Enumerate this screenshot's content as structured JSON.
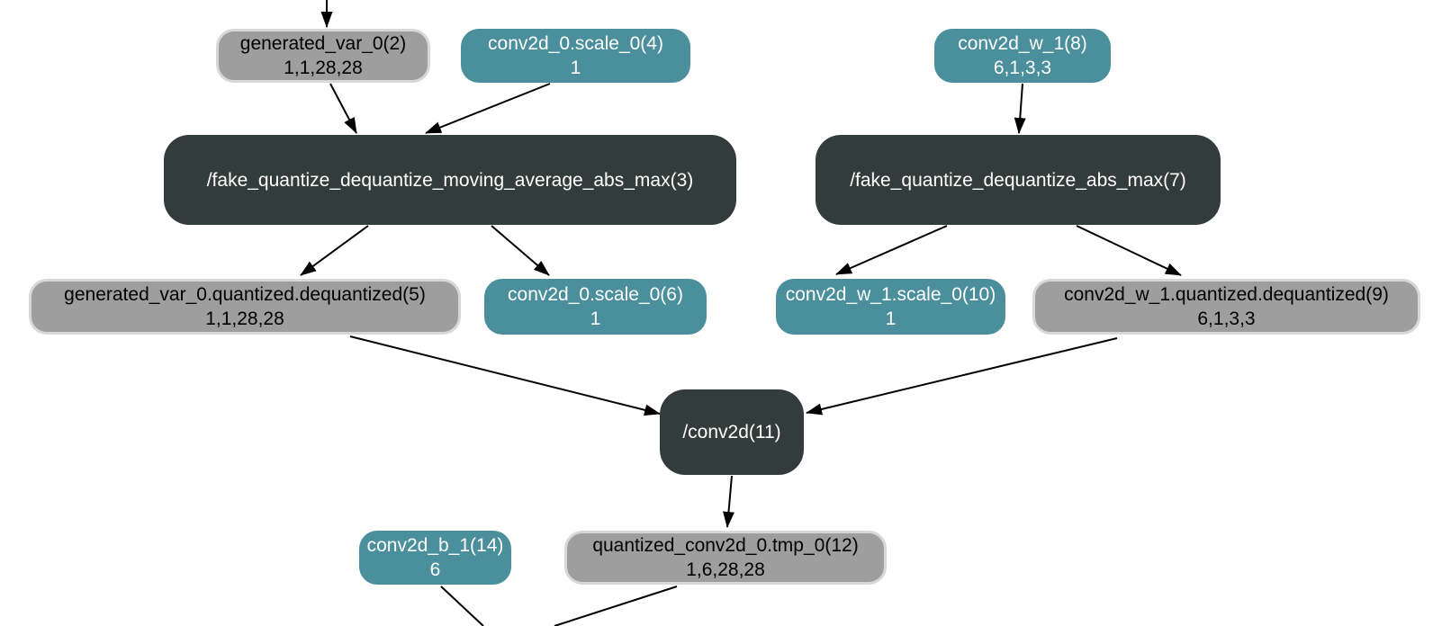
{
  "graph": {
    "colors": {
      "background": "#ffffff",
      "operator_fill": "#323c3a",
      "operator_text": "#ffffff",
      "variable_fill": "#9e9e9e",
      "variable_border": "#d8d8d8",
      "variable_text": "#000000",
      "parameter_fill": "#4a8f9b",
      "parameter_text": "#ffffff",
      "edge": "#000000"
    },
    "nodes": [
      {
        "id": "generated_var_0(2)",
        "label": "generated_var_0(2)",
        "shape": "1,1,28,28",
        "type": "variable"
      },
      {
        "id": "conv2d_0.scale_0(4)",
        "label": "conv2d_0.scale_0(4)",
        "shape": "1",
        "type": "parameter"
      },
      {
        "id": "conv2d_w_1(8)",
        "label": "conv2d_w_1(8)",
        "shape": "6,1,3,3",
        "type": "parameter"
      },
      {
        "id": "/fake_quantize_dequantize_moving_average_abs_max(3)",
        "label": "/fake_quantize_dequantize_moving_average_abs_max(3)",
        "shape": "",
        "type": "operator"
      },
      {
        "id": "/fake_quantize_dequantize_abs_max(7)",
        "label": "/fake_quantize_dequantize_abs_max(7)",
        "shape": "",
        "type": "operator"
      },
      {
        "id": "generated_var_0.quantized.dequantized(5)",
        "label": "generated_var_0.quantized.dequantized(5)",
        "shape": "1,1,28,28",
        "type": "variable"
      },
      {
        "id": "conv2d_0.scale_0(6)",
        "label": "conv2d_0.scale_0(6)",
        "shape": "1",
        "type": "parameter"
      },
      {
        "id": "conv2d_w_1.scale_0(10)",
        "label": "conv2d_w_1.scale_0(10)",
        "shape": "1",
        "type": "parameter"
      },
      {
        "id": "conv2d_w_1.quantized.dequantized(9)",
        "label": "conv2d_w_1.quantized.dequantized(9)",
        "shape": "6,1,3,3",
        "type": "variable"
      },
      {
        "id": "/conv2d(11)",
        "label": "/conv2d(11)",
        "shape": "",
        "type": "operator"
      },
      {
        "id": "conv2d_b_1(14)",
        "label": "conv2d_b_1(14)",
        "shape": "6",
        "type": "parameter"
      },
      {
        "id": "quantized_conv2d_0.tmp_0(12)",
        "label": "quantized_conv2d_0.tmp_0(12)",
        "shape": "1,6,28,28",
        "type": "variable"
      }
    ],
    "edges": [
      {
        "from": "offscreen-above",
        "to": "generated_var_0(2)"
      },
      {
        "from": "generated_var_0(2)",
        "to": "/fake_quantize_dequantize_moving_average_abs_max(3)"
      },
      {
        "from": "conv2d_0.scale_0(4)",
        "to": "/fake_quantize_dequantize_moving_average_abs_max(3)"
      },
      {
        "from": "conv2d_w_1(8)",
        "to": "/fake_quantize_dequantize_abs_max(7)"
      },
      {
        "from": "/fake_quantize_dequantize_moving_average_abs_max(3)",
        "to": "generated_var_0.quantized.dequantized(5)"
      },
      {
        "from": "/fake_quantize_dequantize_moving_average_abs_max(3)",
        "to": "conv2d_0.scale_0(6)"
      },
      {
        "from": "/fake_quantize_dequantize_abs_max(7)",
        "to": "conv2d_w_1.scale_0(10)"
      },
      {
        "from": "/fake_quantize_dequantize_abs_max(7)",
        "to": "conv2d_w_1.quantized.dequantized(9)"
      },
      {
        "from": "generated_var_0.quantized.dequantized(5)",
        "to": "/conv2d(11)"
      },
      {
        "from": "conv2d_w_1.quantized.dequantized(9)",
        "to": "/conv2d(11)"
      },
      {
        "from": "/conv2d(11)",
        "to": "quantized_conv2d_0.tmp_0(12)"
      },
      {
        "from": "conv2d_b_1(14)",
        "to": "offscreen-below"
      },
      {
        "from": "quantized_conv2d_0.tmp_0(12)",
        "to": "offscreen-below"
      }
    ]
  }
}
